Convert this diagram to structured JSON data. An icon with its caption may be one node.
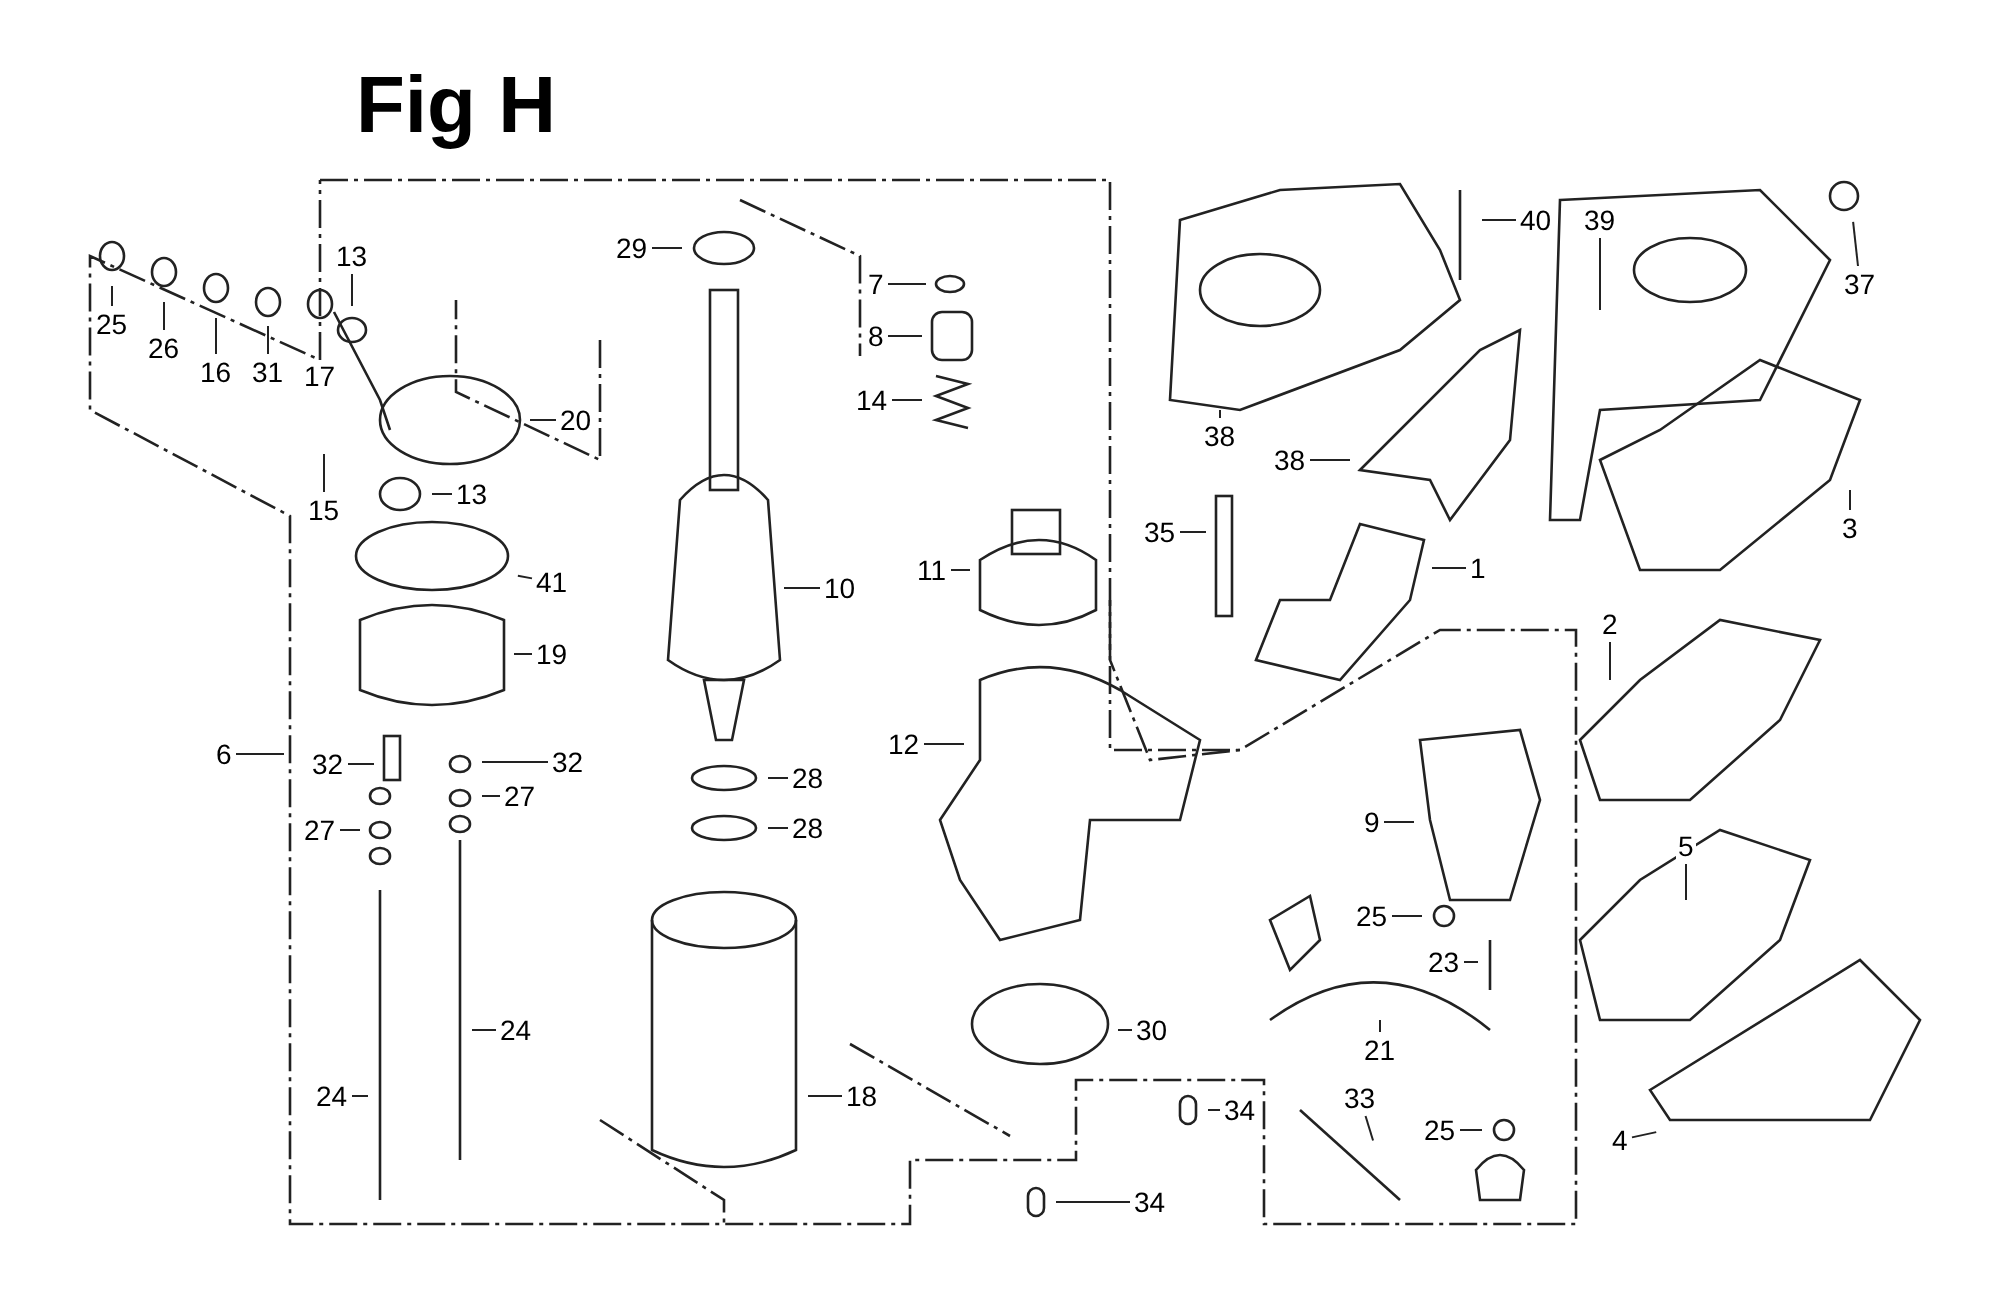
{
  "diagram": {
    "title": "Fig H",
    "nodes": [
      {
        "text": [
          "25"
        ]
      },
      {
        "text": [
          "26"
        ]
      },
      {
        "text": [
          "16"
        ]
      },
      {
        "text": [
          "31"
        ]
      },
      {
        "text": [
          "17"
        ]
      },
      {
        "text": [
          "15"
        ]
      },
      {
        "text": [
          "13"
        ]
      },
      {
        "text": [
          "20"
        ]
      },
      {
        "text": [
          "13"
        ]
      },
      {
        "text": [
          "41"
        ]
      },
      {
        "text": [
          "19"
        ]
      },
      {
        "text": [
          "6"
        ]
      },
      {
        "text": [
          "32"
        ]
      },
      {
        "text": [
          "32"
        ]
      },
      {
        "text": [
          "27"
        ]
      },
      {
        "text": [
          "27"
        ]
      },
      {
        "text": [
          "24"
        ]
      },
      {
        "text": [
          "24"
        ]
      },
      {
        "text": [
          "29"
        ]
      },
      {
        "text": [
          "10"
        ]
      },
      {
        "text": [
          "28"
        ]
      },
      {
        "text": [
          "28"
        ]
      },
      {
        "text": [
          "18"
        ]
      },
      {
        "text": [
          "7"
        ]
      },
      {
        "text": [
          "8"
        ]
      },
      {
        "text": [
          "14"
        ]
      },
      {
        "text": [
          "11"
        ]
      },
      {
        "text": [
          "12"
        ]
      },
      {
        "text": [
          "30"
        ]
      },
      {
        "text": [
          "34"
        ]
      },
      {
        "text": [
          "34"
        ]
      },
      {
        "text": [
          "38"
        ]
      },
      {
        "text": [
          "38"
        ]
      },
      {
        "text": [
          "40"
        ]
      },
      {
        "text": [
          "35"
        ]
      },
      {
        "text": [
          "1"
        ]
      },
      {
        "text": [
          "39"
        ]
      },
      {
        "text": [
          "37"
        ]
      },
      {
        "text": [
          "3"
        ]
      },
      {
        "text": [
          "9"
        ]
      },
      {
        "text": [
          "25"
        ]
      },
      {
        "text": [
          "23"
        ]
      },
      {
        "text": [
          "21"
        ]
      },
      {
        "text": [
          "33"
        ]
      },
      {
        "text": [
          "25"
        ]
      },
      {
        "text": [
          "2"
        ]
      },
      {
        "text": [
          "5"
        ]
      },
      {
        "text": [
          "4"
        ]
      }
    ],
    "edges": [
      {
        "from": 0,
        "to": null,
        "arrow": "none"
      },
      {
        "from": 1,
        "to": null,
        "arrow": "none"
      },
      {
        "from": 2,
        "to": null,
        "arrow": "none"
      },
      {
        "from": 3,
        "to": null,
        "arrow": "none"
      },
      {
        "from": 4,
        "to": null,
        "arrow": "none"
      },
      {
        "from": 5,
        "to": null,
        "arrow": "none"
      },
      {
        "from": 6,
        "to": null,
        "arrow": "none"
      },
      {
        "from": 7,
        "to": null,
        "arrow": "none"
      },
      {
        "from": 8,
        "to": null,
        "arrow": "none"
      },
      {
        "from": 9,
        "to": null,
        "arrow": "none"
      },
      {
        "from": 10,
        "to": null,
        "arrow": "none"
      },
      {
        "from": 11,
        "to": null,
        "arrow": "none"
      },
      {
        "from": 12,
        "to": null,
        "arrow": "none"
      },
      {
        "from": 13,
        "to": null,
        "arrow": "none"
      },
      {
        "from": 14,
        "to": null,
        "arrow": "none"
      },
      {
        "from": 15,
        "to": null,
        "arrow": "none"
      },
      {
        "from": 16,
        "to": null,
        "arrow": "none"
      },
      {
        "from": 17,
        "to": null,
        "arrow": "none"
      },
      {
        "from": 18,
        "to": null,
        "arrow": "none"
      },
      {
        "from": 19,
        "to": null,
        "arrow": "none"
      },
      {
        "from": 20,
        "to": null,
        "arrow": "none"
      },
      {
        "from": 21,
        "to": null,
        "arrow": "none"
      },
      {
        "from": 22,
        "to": null,
        "arrow": "none"
      },
      {
        "from": 23,
        "to": null,
        "arrow": "none"
      },
      {
        "from": 24,
        "to": null,
        "arrow": "none"
      },
      {
        "from": 25,
        "to": null,
        "arrow": "none"
      },
      {
        "from": 26,
        "to": null,
        "arrow": "none"
      },
      {
        "from": 27,
        "to": null,
        "arrow": "none"
      },
      {
        "from": 28,
        "to": null,
        "arrow": "none"
      },
      {
        "from": 29,
        "to": null,
        "arrow": "none"
      },
      {
        "from": 30,
        "to": null,
        "arrow": "none"
      },
      {
        "from": 31,
        "to": null,
        "arrow": "none"
      },
      {
        "from": 32,
        "to": null,
        "arrow": "none"
      },
      {
        "from": 33,
        "to": null,
        "arrow": "none"
      },
      {
        "from": 34,
        "to": null,
        "arrow": "none"
      },
      {
        "from": 35,
        "to": null,
        "arrow": "none"
      },
      {
        "from": 36,
        "to": null,
        "arrow": "none"
      },
      {
        "from": 37,
        "to": null,
        "arrow": "none"
      },
      {
        "from": 38,
        "to": null,
        "arrow": "none"
      },
      {
        "from": 39,
        "to": null,
        "arrow": "none"
      },
      {
        "from": 40,
        "to": null,
        "arrow": "none"
      },
      {
        "from": 41,
        "to": null,
        "arrow": "none"
      },
      {
        "from": 42,
        "to": null,
        "arrow": "none"
      },
      {
        "from": 43,
        "to": null,
        "arrow": "none"
      },
      {
        "from": 44,
        "to": null,
        "arrow": "none"
      },
      {
        "from": 45,
        "to": null,
        "arrow": "none"
      },
      {
        "from": 46,
        "to": null,
        "arrow": "none"
      },
      {
        "from": 47,
        "to": null,
        "arrow": "none"
      }
    ]
  }
}
